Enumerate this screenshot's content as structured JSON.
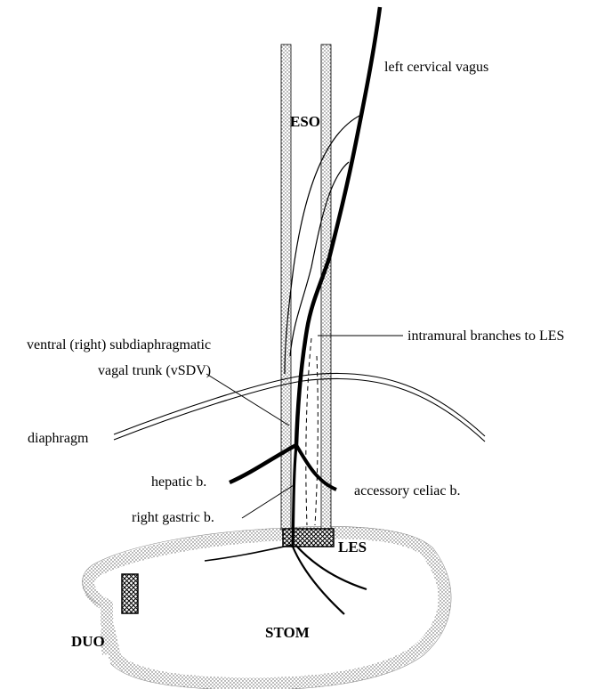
{
  "labels": {
    "left_cervical_vagus": "left cervical vagus",
    "eso": "ESO",
    "ventral_line1": "ventral (right) subdiaphragmatic",
    "ventral_line2": "vagal trunk (vSDV)",
    "intramural": "intramural branches to LES",
    "diaphragm": "diaphragm",
    "hepatic": "hepatic b.",
    "accessory_celiac": "accessory celiac b.",
    "right_gastric": "right gastric b.",
    "les": "LES",
    "duo": "DUO",
    "stom": "STOM"
  }
}
